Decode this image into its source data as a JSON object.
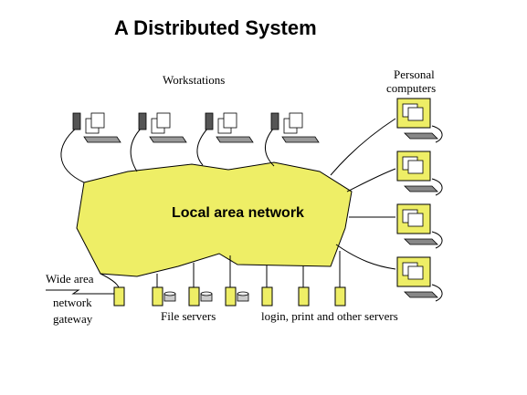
{
  "title": "A Distributed System",
  "labels": {
    "workstations": "Workstations",
    "personal_computers_line1": "Personal",
    "personal_computers_line2": "computers",
    "lan": "Local area network",
    "wide_area": "Wide area",
    "network": "network",
    "gateway": "gateway",
    "file_servers": "File servers",
    "other_servers": "login, print and other servers"
  },
  "colors": {
    "lan_fill": "#eeee66",
    "device_yellow": "#eeee66",
    "device_dark": "#555555",
    "device_outline": "#000000"
  },
  "nodes": {
    "workstations": [
      "workstation",
      "workstation",
      "workstation",
      "workstation"
    ],
    "personal_computers": [
      "personal-computer",
      "personal-computer",
      "personal-computer",
      "personal-computer"
    ],
    "servers": [
      "gateway-server",
      "file-server",
      "file-server",
      "file-server",
      "server",
      "server",
      "server"
    ]
  }
}
